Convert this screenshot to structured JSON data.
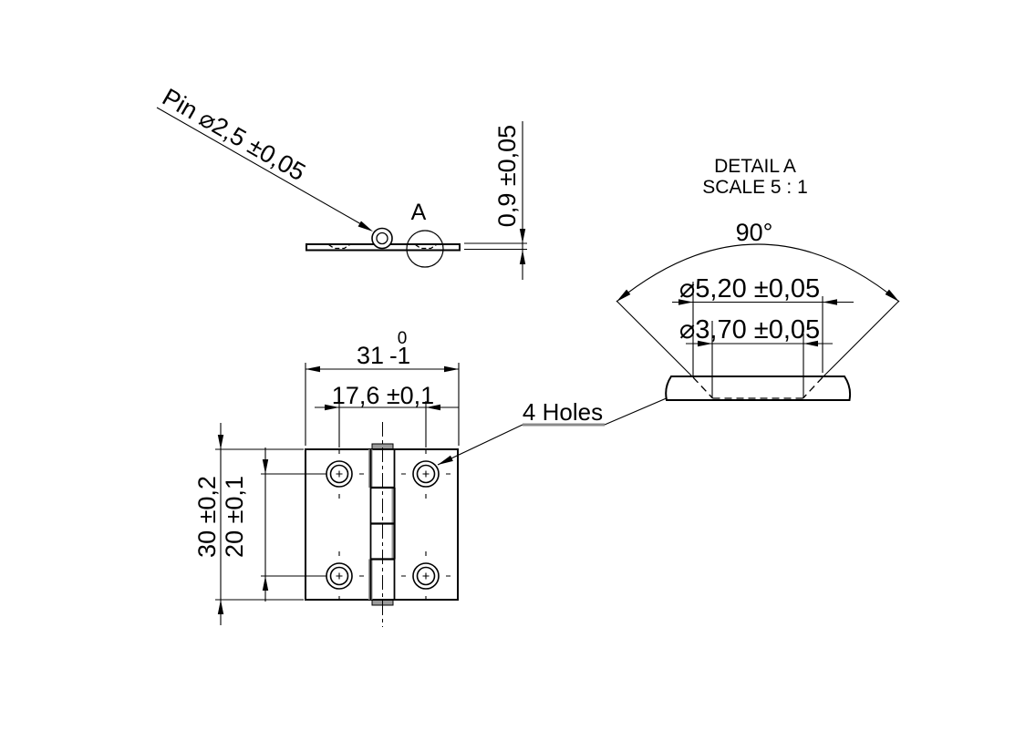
{
  "drawing": {
    "background": "#ffffff",
    "line_color": "#000000",
    "shade_color": "#9a9a9a",
    "side_view": {
      "pin_label": "Pin ⌀2,5 ±0,05",
      "detail_marker": "A",
      "thickness_dim": "0,9 ±0,05"
    },
    "front_view": {
      "overall_width_dim": {
        "value": "31",
        "tol_upper": "0",
        "tol_lower": "-1"
      },
      "hole_spacing_h_dim": "17,6 ±0,1",
      "overall_height_dim": "30 ±0,2",
      "hole_spacing_v_dim": "20 ±0,1",
      "holes_note": "4 Holes"
    },
    "detail_view": {
      "title": "DETAIL A",
      "scale": "SCALE 5 : 1",
      "countersink_angle_dim": "90°",
      "countersink_dia_dim": "⌀5,20 ±0,05",
      "hole_dia_dim": "⌀3,70 ±0,05"
    }
  }
}
